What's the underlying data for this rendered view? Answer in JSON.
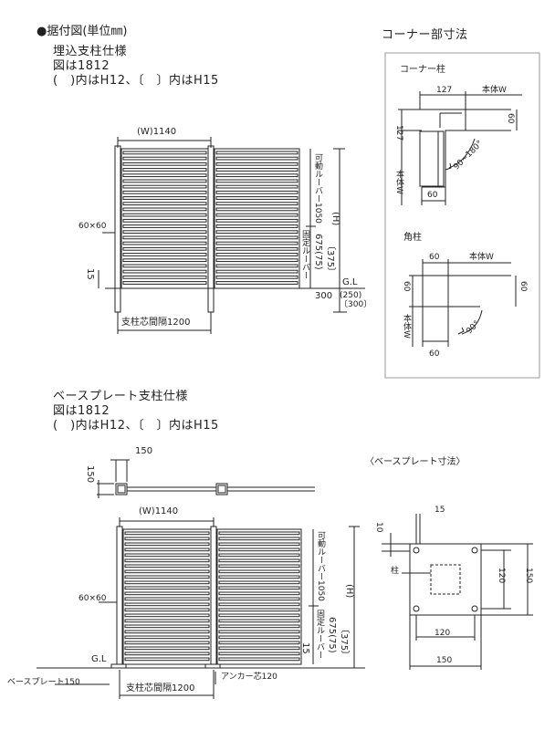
{
  "header": {
    "title": "●据付図(単位㎜)",
    "corner_title": "コーナー部寸法"
  },
  "embedded": {
    "heading": "埋込支柱仕様",
    "figure_note": "図は1812",
    "bracket_note": "(　)内はH12、〔　〕内はH15",
    "width_label": "(W)1140",
    "post_label": "60×60",
    "dim_15": "15",
    "pitch_label": "支柱芯間隔1200",
    "movable_louver": "可動ルーバー1050",
    "fixed_louver": "固定ルーバー",
    "fixed_dims": "675(75)",
    "fixed_dims2": "〔375〕",
    "height_label": "(H)",
    "gl_label": "G.L",
    "embed_300": "300",
    "embed_250": "(250)",
    "embed_300b": "〔300〕"
  },
  "corner": {
    "corner_post_title": "コーナー柱",
    "d127_top": "127",
    "honntai_w_top": "本体W",
    "d60_right": "60",
    "d127_left": "127",
    "honntai_w_left": "本体W",
    "angle": "90~180°",
    "d60_bottom": "60",
    "square_post_title": "角柱",
    "sq_60_top": "60",
    "sq_honntai_w_top": "本体W",
    "sq_60_left": "60",
    "sq_60_right": "60",
    "sq_honntai_w_left": "本体W",
    "sq_angle": "90°",
    "sq_60_bottom": "60"
  },
  "baseplate": {
    "heading": "ベースプレート支柱仕様",
    "figure_note": "図は1812",
    "bracket_note": "(　)内はH12、〔　〕内はH15",
    "top_150_h": "150",
    "top_150_v": "150",
    "width_label": "(W)1140",
    "post_label": "60×60",
    "gl_label": "G.L",
    "plate_label": "ベースプレート150",
    "pitch_label": "支柱芯間隔1200",
    "anchor_label": "アンカー芯120",
    "dim_15": "15",
    "movable_louver": "可動ルーバー1050",
    "fixed_louver": "固定ルーバー",
    "fixed_dims": "675(75)",
    "fixed_dims2": "〔375〕",
    "height_label": "(H)"
  },
  "plate_dims": {
    "title": "〈ベースプレート寸法〉",
    "d10": "10",
    "d15": "15",
    "post_label": "柱",
    "d120_right": "120",
    "d150_right": "150",
    "d120_bottom": "120",
    "d150_bottom": "150"
  },
  "colors": {
    "line": "#222222",
    "box": "#9a9a9a"
  }
}
